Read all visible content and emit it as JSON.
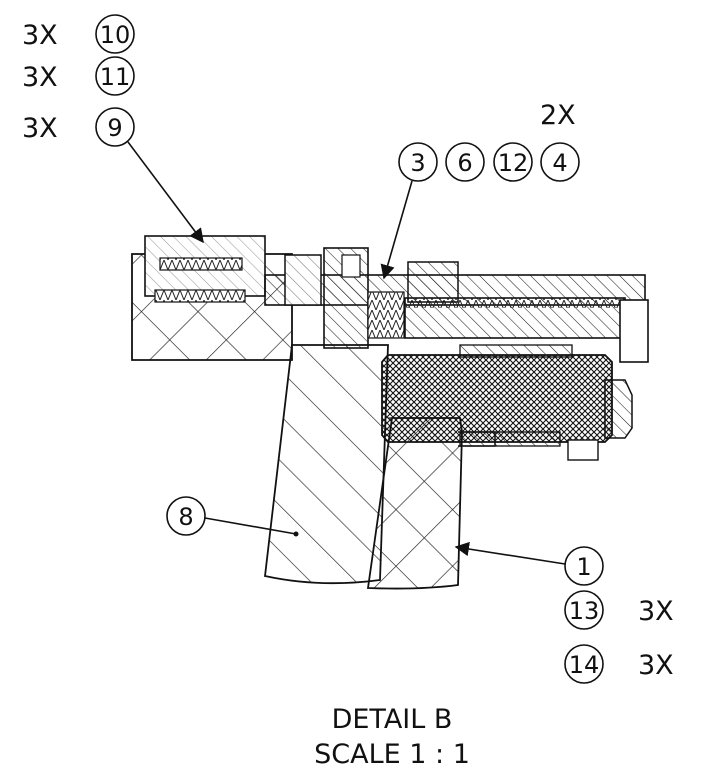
{
  "balloons": {
    "b10": {
      "num": "10",
      "qty": "3X"
    },
    "b11": {
      "num": "11",
      "qty": "3X"
    },
    "b9": {
      "num": "9",
      "qty": "3X"
    },
    "b3": {
      "num": "3"
    },
    "b6": {
      "num": "6"
    },
    "b12": {
      "num": "12"
    },
    "b4": {
      "num": "4"
    },
    "stack_qty": "2X",
    "b8": {
      "num": "8"
    },
    "b1": {
      "num": "1"
    },
    "b13": {
      "num": "13",
      "qty": "3X"
    },
    "b14": {
      "num": "14",
      "qty": "3X"
    }
  },
  "caption": {
    "line1": "DETAIL B",
    "line2": "SCALE 1 : 1"
  }
}
